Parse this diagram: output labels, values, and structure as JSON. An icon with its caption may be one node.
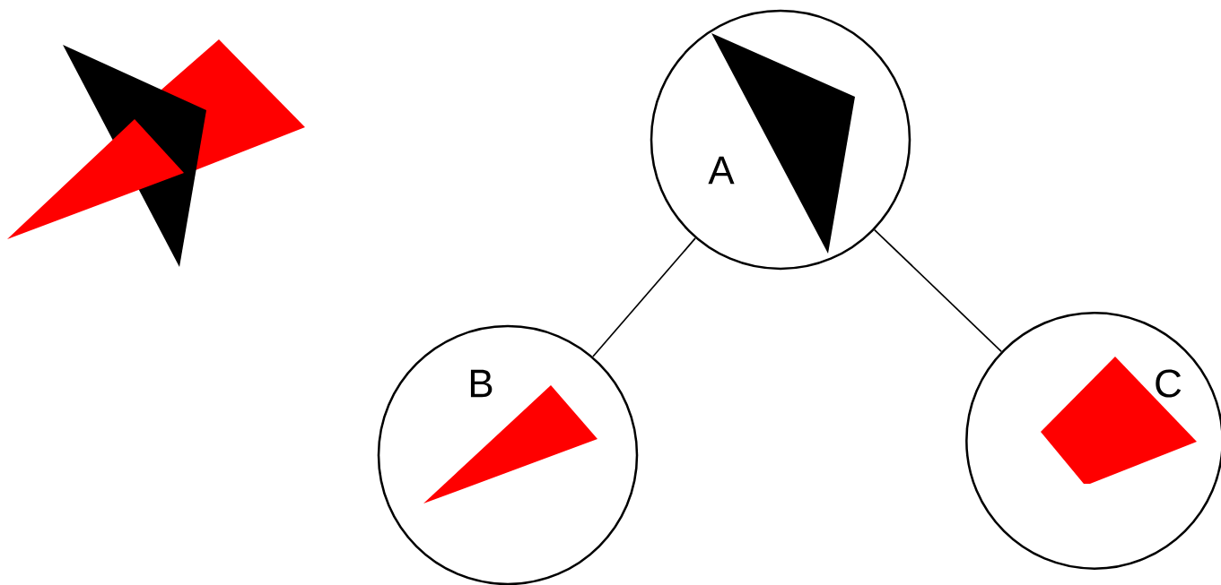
{
  "diagram": {
    "nodes": [
      {
        "text": [
          "A"
        ]
      },
      {
        "text": [
          "B"
        ]
      },
      {
        "text": [
          "C"
        ]
      }
    ],
    "edges": [
      {
        "from": 0,
        "to": 1,
        "arrow": "none"
      },
      {
        "from": 0,
        "to": 2,
        "arrow": "none"
      }
    ]
  }
}
